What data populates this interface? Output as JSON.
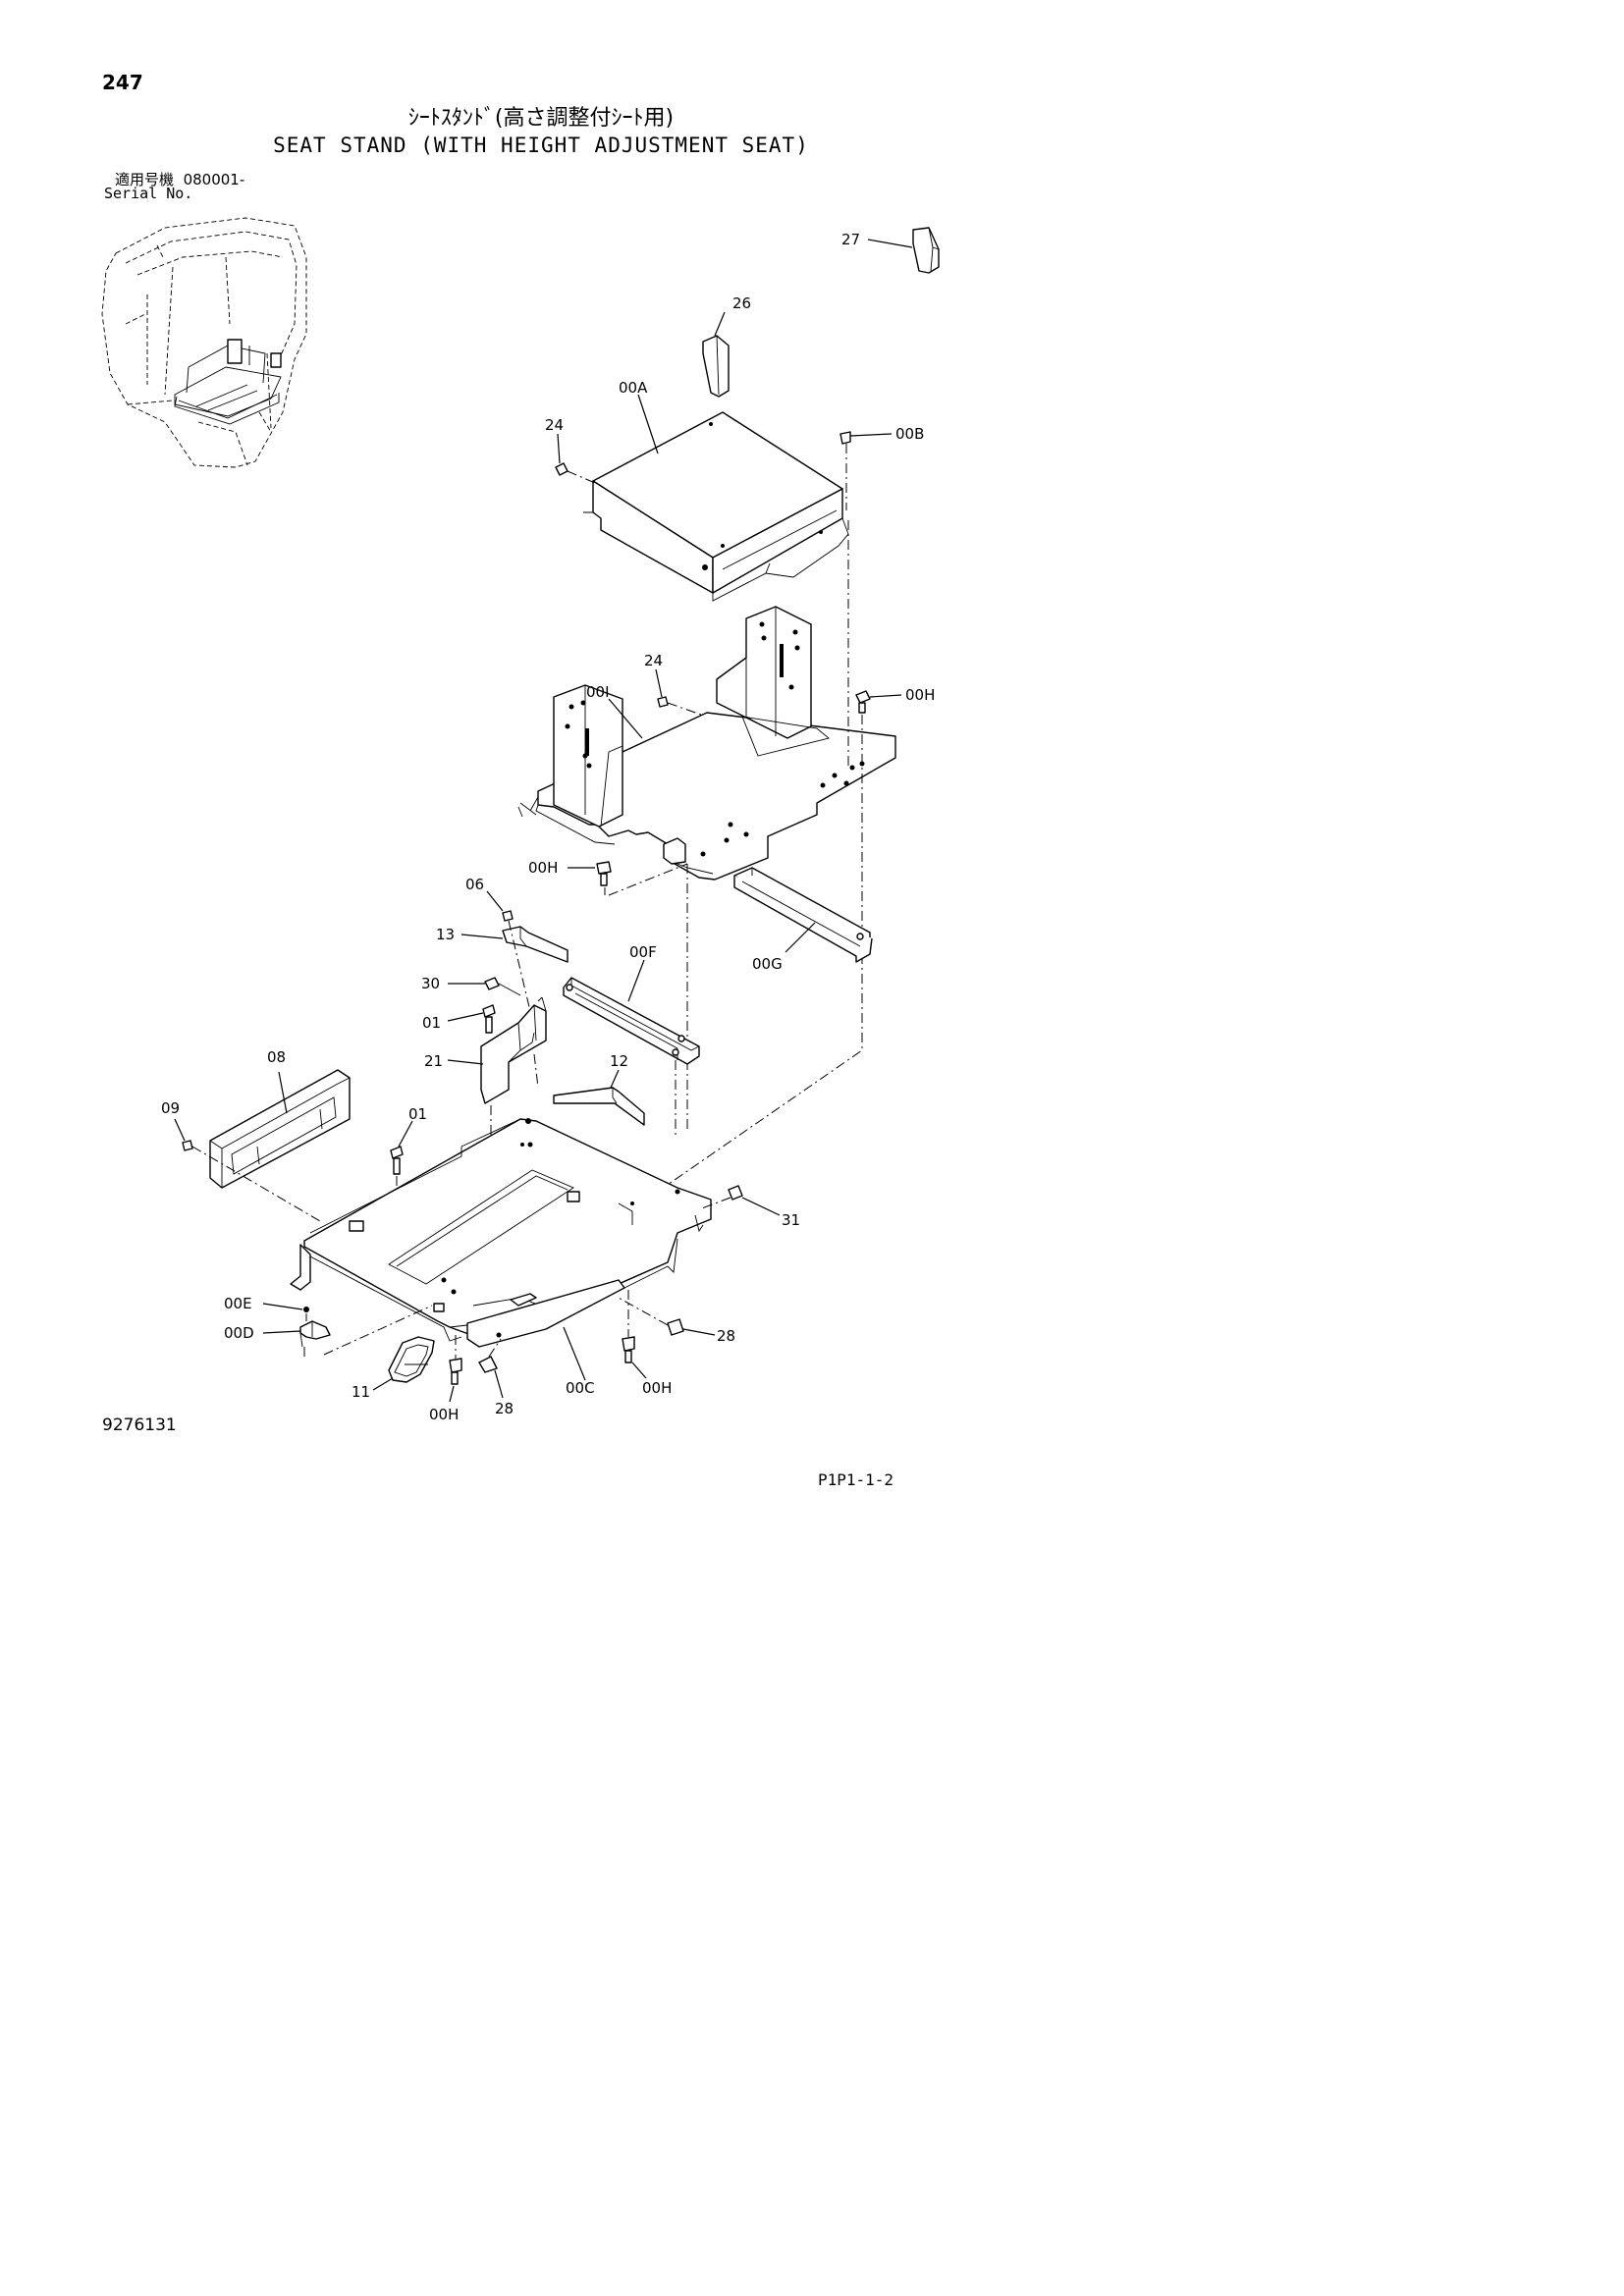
{
  "page_number": "247",
  "title_jp": "ｼｰﾄｽﾀﾝﾄﾞ(高さ調整付ｼｰﾄ用)",
  "title_en": "SEAT STAND (WITH HEIGHT ADJUSTMENT SEAT)",
  "serial": {
    "label_jp": "適用号機",
    "value": "080001-",
    "label_en": "Serial No."
  },
  "callouts": {
    "c27": "27",
    "c26": "26",
    "c00A": "00A",
    "c24a": "24",
    "c00B": "00B",
    "c24b": "24",
    "c00I": "00I",
    "c00Ha": "00H",
    "c00Hb": "00H",
    "c06": "06",
    "c13": "13",
    "c00F": "00F",
    "c00G": "00G",
    "c30": "30",
    "c01a": "01",
    "c21": "21",
    "c08": "08",
    "c12": "12",
    "c09": "09",
    "c01b": "01",
    "c31": "31",
    "c00E": "00E",
    "c00D": "00D",
    "c28a": "28",
    "c11": "11",
    "c00Hc": "00H",
    "c28b": "28",
    "c00C": "00C",
    "c00Hd": "00H"
  },
  "drawing_number": "9276131",
  "page_code": "P1P1-1-2"
}
